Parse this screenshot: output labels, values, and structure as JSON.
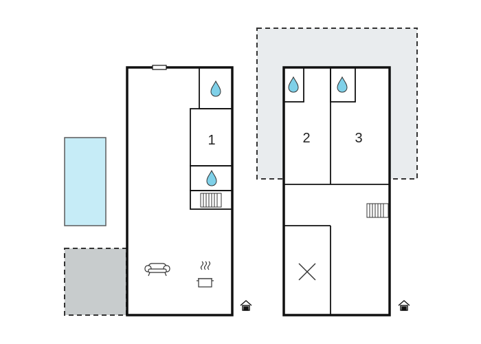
{
  "floors": [
    {
      "rooms": [
        {
          "label": "1",
          "kind": "bedroom"
        },
        {
          "kind": "bathroom-upper",
          "icon": "water-drop-icon"
        },
        {
          "kind": "bathroom-lower",
          "icon": "water-drop-icon"
        },
        {
          "kind": "stairs",
          "icon": "stairs-icon"
        }
      ],
      "furniture": [
        "sofa-icon",
        "stove-pot-icon"
      ],
      "entrance_icon": "entrance-house-icon"
    },
    {
      "rooms": [
        {
          "label": "2",
          "kind": "bedroom",
          "icon": "water-drop-icon"
        },
        {
          "label": "3",
          "kind": "bedroom",
          "icon": "water-drop-icon"
        },
        {
          "kind": "stairs",
          "icon": "stairs-icon"
        },
        {
          "kind": "open-void",
          "icon": "x-mark-icon"
        }
      ],
      "entrance_icon": "entrance-house-icon"
    }
  ],
  "outdoor": [
    "pool-icon",
    "terrace-ground",
    "terrace-upper"
  ],
  "colors": {
    "wall": "#111111",
    "pool": "#c6ecf7",
    "pool_stroke": "#5a5a5a",
    "terrace_ground": "#c8cccd",
    "terrace_upper": "#e9ecee",
    "drop": "#7fd0e8"
  }
}
